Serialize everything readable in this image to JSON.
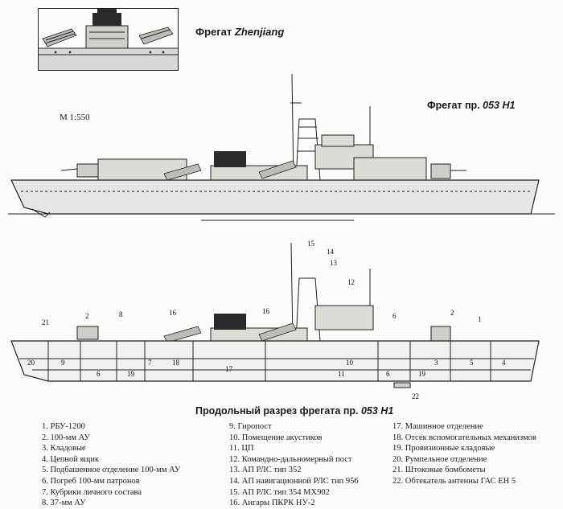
{
  "inset": {
    "title_prefix": "Фрегат",
    "title_ship": "Zhenjiang"
  },
  "side_view": {
    "title_prefix": "Фрегат пр.",
    "title_project": "053 Н1",
    "scale": "М 1:550"
  },
  "section_view": {
    "caption_prefix": "Продольный разрез фрегата пр.",
    "caption_project": "053 Н1",
    "callouts": [
      "1",
      "2",
      "3",
      "4",
      "5",
      "6",
      "7",
      "8",
      "9",
      "10",
      "11",
      "12",
      "13",
      "14",
      "15",
      "16",
      "17",
      "18",
      "19",
      "20",
      "21",
      "22"
    ]
  },
  "legend": {
    "col1": [
      "1. РБУ-1200",
      "2. 100-мм АУ",
      "3. Кладовые",
      "4. Цепной ящик",
      "5. Подбашенное отделение 100-мм АУ",
      "6. Погреб 100-мм патронов",
      "7. Кубрики личного состава",
      "8. 37-мм АУ"
    ],
    "col2": [
      "9. Гиропост",
      "10. Помещение акустиков",
      "11. ЦП",
      "12. Командно-дальномерный пост",
      "13. АП РЛС тип 352",
      "14. АП навигационной РЛС тип 956",
      "15. АП РЛС тип 354 МХ902",
      "16. Ангары ПКРК НУ-2"
    ],
    "col3": [
      "17. Машинное отделение",
      "18. Отсек вспомогательных механизмов",
      "19. Провизионные кладовые",
      "20. Румпельное отделение",
      "21. Штоковые бомбометы",
      "22. Обтекатель антенны ГАС ЕН 5"
    ]
  }
}
